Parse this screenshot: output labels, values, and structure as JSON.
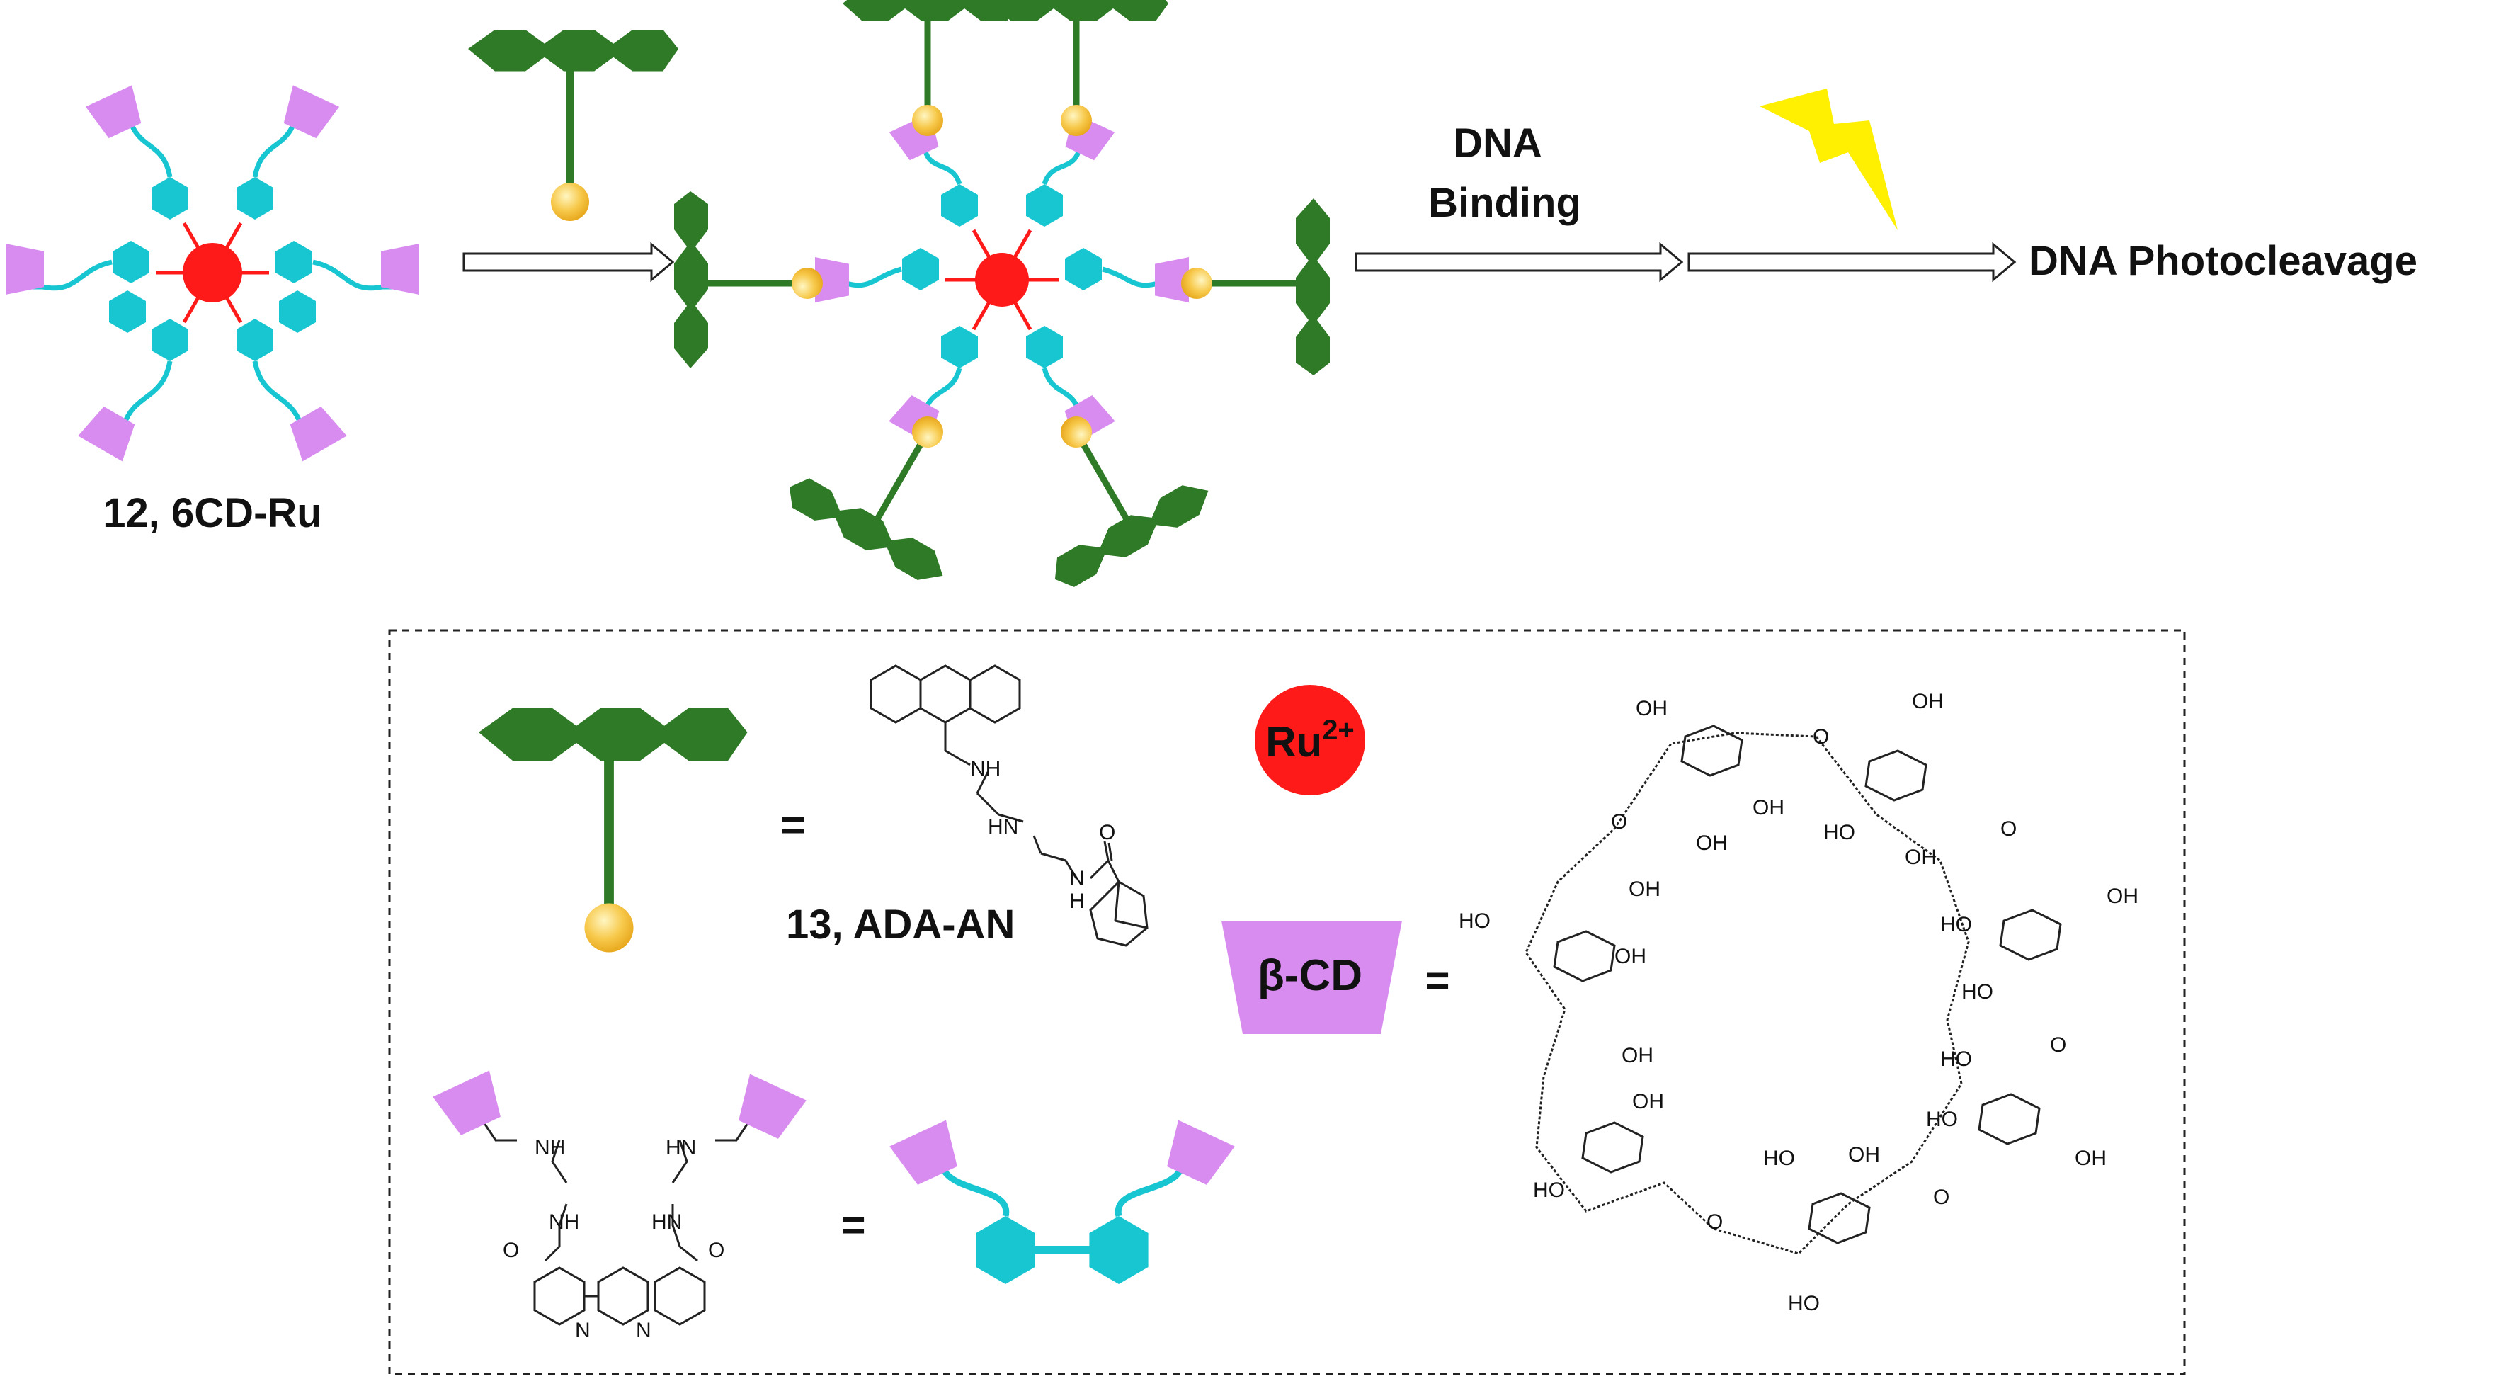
{
  "colors": {
    "ruthenium": "#ff1a1a",
    "bipyridine": "#17c6d1",
    "cyclodextrin": "#d98cf0",
    "anthracene": "#2e7a26",
    "adamantane": "#f7c94b",
    "lightning": "#ffef00"
  },
  "labels": {
    "compound_12": "12, 6CD-Ru",
    "compound_13": "13, ADA-AN",
    "dna_binding_1": "DNA",
    "dna_binding_2": "Binding",
    "photocleavage": "DNA Photocleavage",
    "ru_ion": "Ru",
    "ru_charge": "2+",
    "beta_cd": "β-CD",
    "equals": "="
  },
  "chem_text": {
    "oh": "OH",
    "ho": "HO",
    "o": "O",
    "nh": "NH",
    "hn": "HN",
    "n": "N",
    "h": "H"
  },
  "icons": [
    "ruthenium-center-icon",
    "bipyridine-ring-icon",
    "cyclodextrin-cup-icon",
    "anthracene-guest-icon",
    "adamantane-bead-icon",
    "lightning-icon",
    "arrow-icon"
  ]
}
